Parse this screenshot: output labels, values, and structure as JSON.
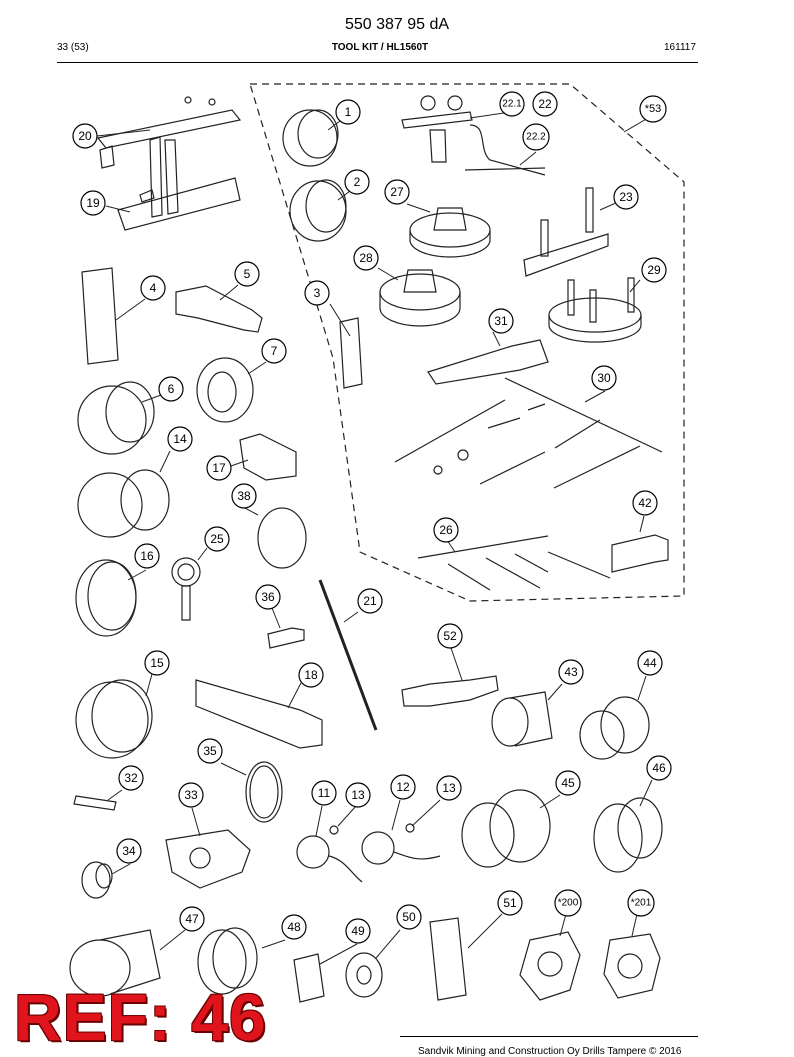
{
  "header": {
    "doc_number": "550 387 95 dA",
    "page": "33 (53)",
    "title": "TOOL KIT / HL1560T",
    "date": "161117"
  },
  "callouts": [
    "20",
    "19",
    "1",
    "22.1",
    "22",
    "*53",
    "22.2",
    "2",
    "27",
    "23",
    "28",
    "29",
    "4",
    "5",
    "3",
    "31",
    "7",
    "6",
    "30",
    "14",
    "17",
    "42",
    "38",
    "26",
    "25",
    "16",
    "36",
    "21",
    "52",
    "15",
    "18",
    "43",
    "44",
    "35",
    "46",
    "32",
    "33",
    "11",
    "13",
    "12",
    "13",
    "45",
    "34",
    "51",
    "*200",
    "*201",
    "47",
    "48",
    "49",
    "50"
  ],
  "ref_label": "REF: 46",
  "footer": "Sandvik Mining and Construction Oy Drills Tampere © 2016"
}
